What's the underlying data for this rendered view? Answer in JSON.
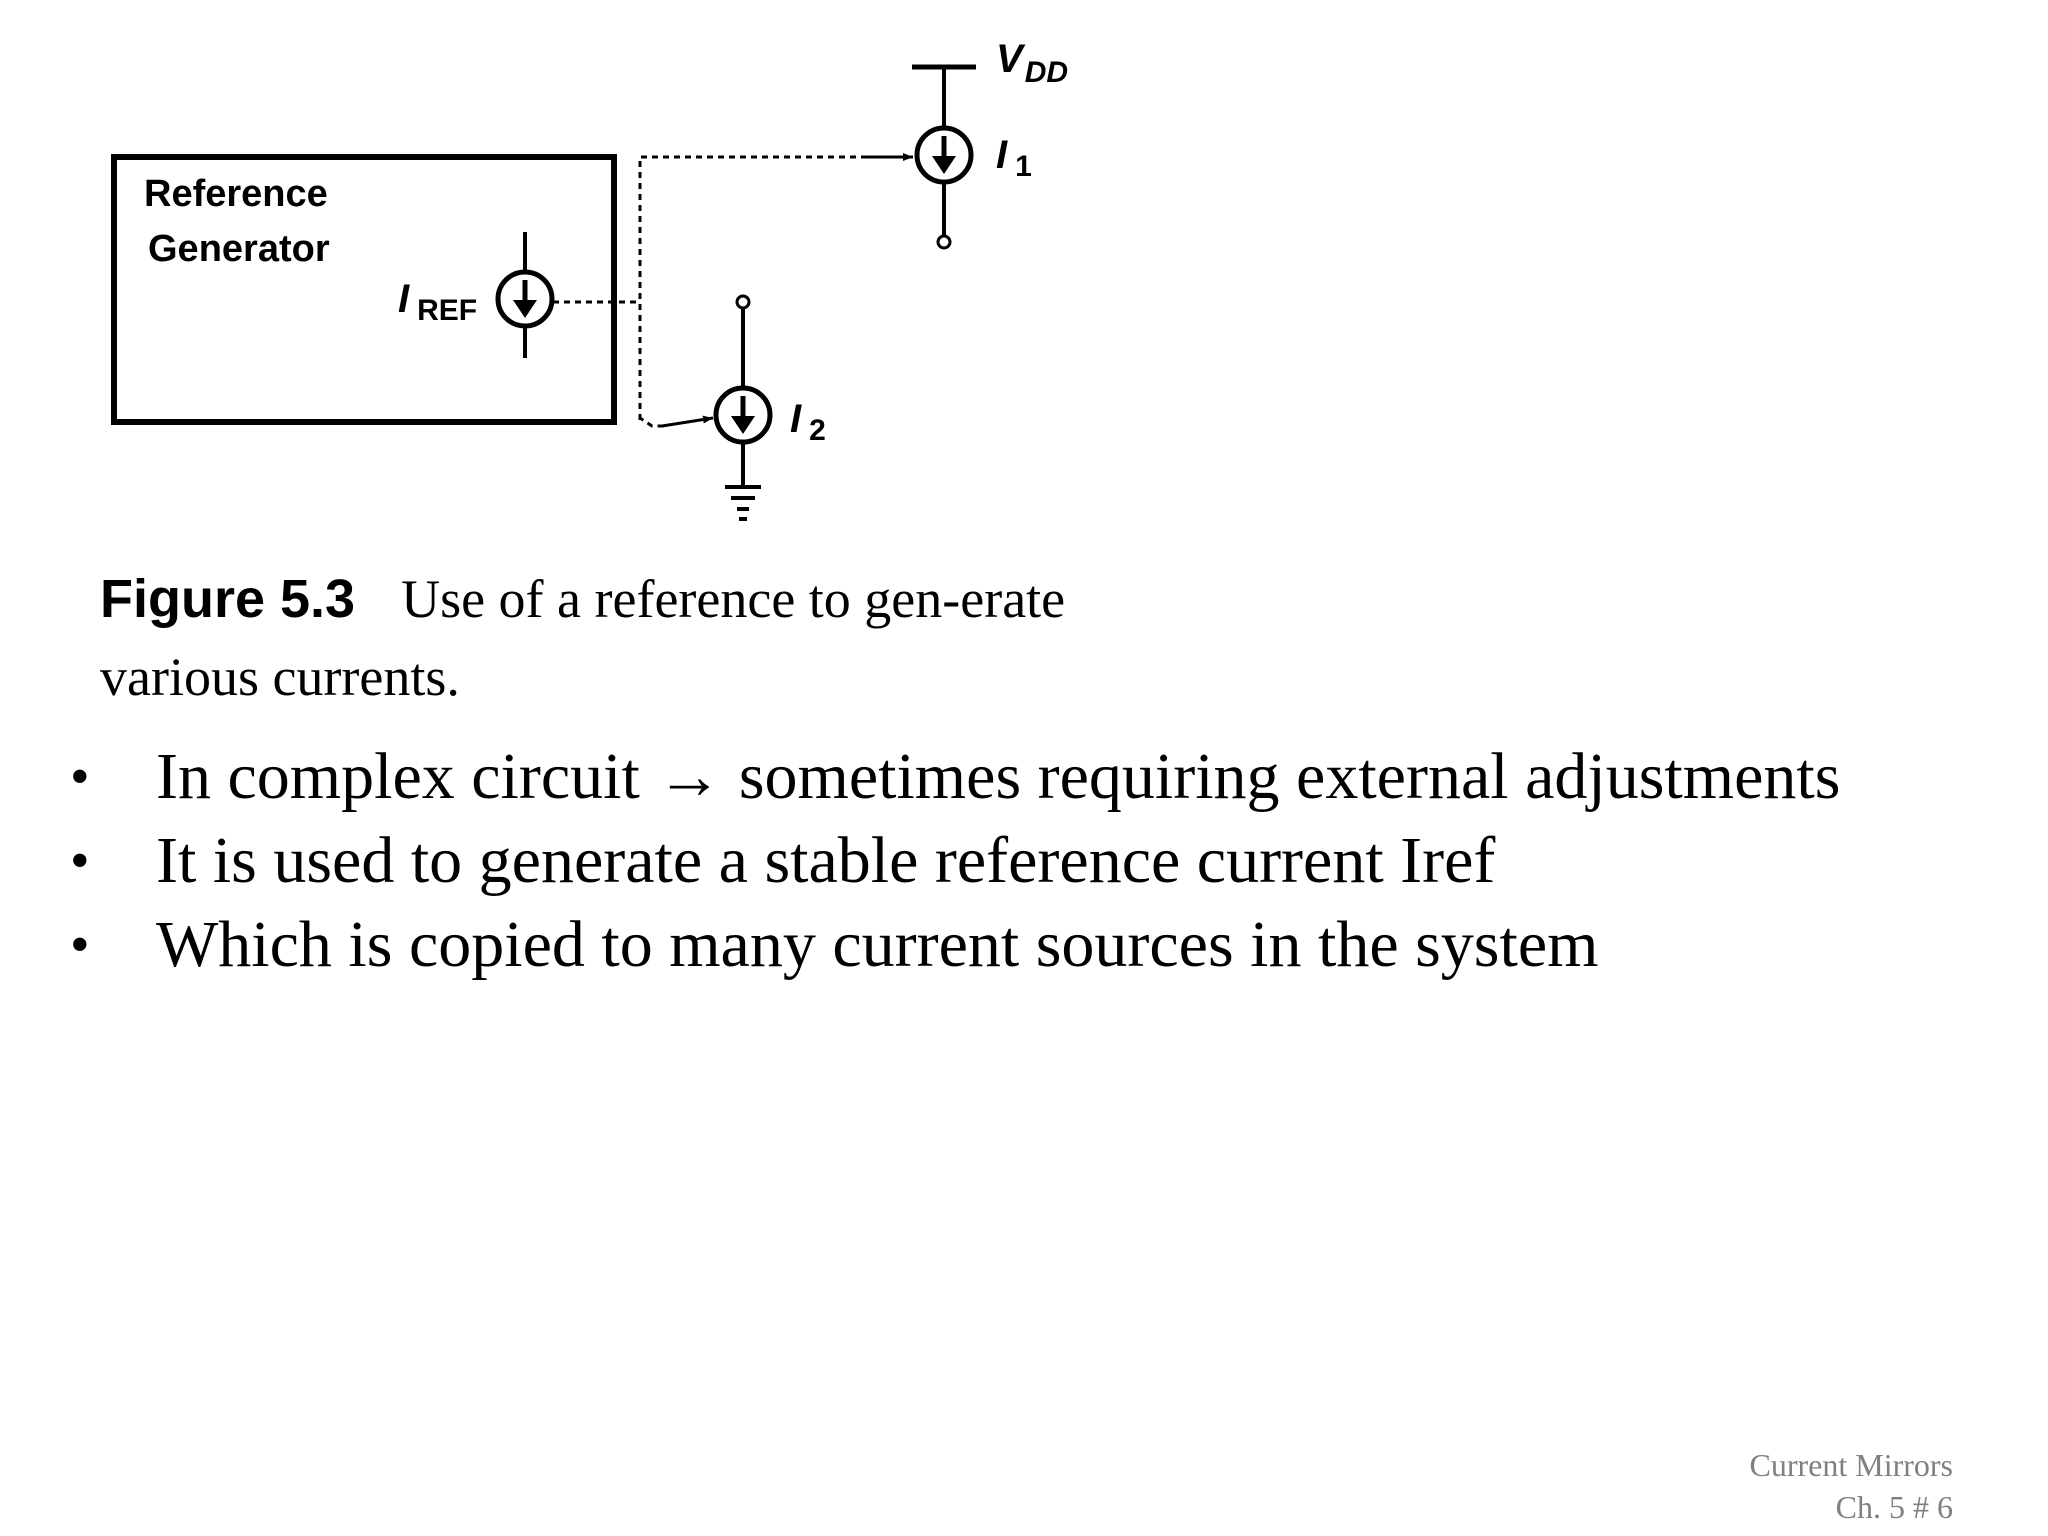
{
  "figure": {
    "box_label_line1": "Reference",
    "box_label_line2": "Generator",
    "iref_label": "I",
    "iref_sub": "REF",
    "vdd_label": "V",
    "vdd_sub": "DD",
    "i1_label": "I",
    "i1_sub": "1",
    "i2_label": "I",
    "i2_sub": "2"
  },
  "caption": {
    "number": "Figure 5.3",
    "text": "Use of a reference to gen-erate various currents."
  },
  "bullets": [
    {
      "marker": "•",
      "text": "In complex circuit → sometimes requiring external adjustments"
    },
    {
      "marker": "•",
      "text": "It is used to generate a stable reference current Iref"
    },
    {
      "marker": "•",
      "text": "Which is copied to many current sources in the system"
    }
  ],
  "footer": {
    "line1": "Current Mirrors",
    "line2": "Ch. 5 # 6"
  }
}
